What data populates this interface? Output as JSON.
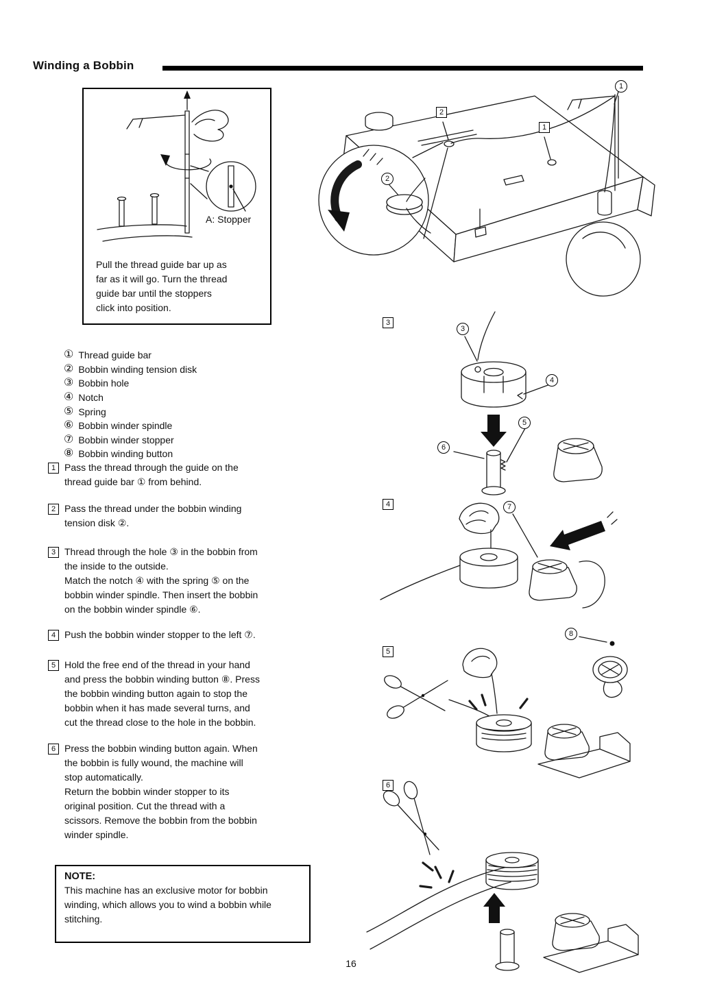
{
  "page": {
    "title": "Winding a Bobbin",
    "page_number": "16"
  },
  "stopper_box": {
    "label": "A: Stopper",
    "text": "Pull the thread guide bar up as\nfar as it will go. Turn the thread\nguide bar until the stoppers\nclick into position."
  },
  "legend": [
    {
      "num": "①",
      "label": "Thread guide bar"
    },
    {
      "num": "②",
      "label": "Bobbin winding tension disk"
    },
    {
      "num": "③",
      "label": "Bobbin hole"
    },
    {
      "num": "④",
      "label": "Notch"
    },
    {
      "num": "⑤",
      "label": "Spring"
    },
    {
      "num": "⑥",
      "label": "Bobbin winder spindle"
    },
    {
      "num": "⑦",
      "label": "Bobbin winder stopper"
    },
    {
      "num": "⑧",
      "label": "Bobbin winding button"
    }
  ],
  "steps": [
    {
      "num": "1",
      "text": "Pass the thread through the guide on the\nthread guide bar ① from behind."
    },
    {
      "num": "2",
      "text": "Pass the thread under the bobbin winding\ntension disk ②."
    },
    {
      "num": "3",
      "text": "Thread through the hole ③ in the bobbin from\nthe inside to the outside.\nMatch the notch ④ with the spring ⑤ on the\nbobbin winder spindle. Then insert the bobbin\non the bobbin winder spindle ⑥."
    },
    {
      "num": "4",
      "text": "Push the bobbin winder stopper to the left ⑦."
    },
    {
      "num": "5",
      "text": "Hold the free end of the thread in your hand\nand press the bobbin winding button ⑧. Press\nthe bobbin winding button again to stop the\nbobbin when it has made several turns, and\ncut the thread close to the hole in the bobbin."
    },
    {
      "num": "6",
      "text": "Press the bobbin winding button again. When\nthe bobbin is fully wound, the machine will\nstop automatically.\nReturn the bobbin winder stopper to its\noriginal position. Cut the thread with a\nscissors. Remove the bobbin from the bobbin\nwinder spindle."
    }
  ],
  "note": {
    "title": "NOTE:",
    "text": "This machine has an exclusive motor for bobbin\nwinding, which allows you to wind a bobbin while\nstitching."
  },
  "callouts": {
    "circle_1": "1",
    "circle_2": "2",
    "circle_3": "3",
    "circle_4": "4",
    "circle_5": "5",
    "circle_6": "6",
    "circle_7": "7",
    "circle_8": "8",
    "box_1": "1",
    "box_2": "2",
    "box_3": "3",
    "box_4": "4",
    "box_5": "5",
    "box_6": "6"
  },
  "colors": {
    "ink": "#111111",
    "paper": "#ffffff"
  }
}
